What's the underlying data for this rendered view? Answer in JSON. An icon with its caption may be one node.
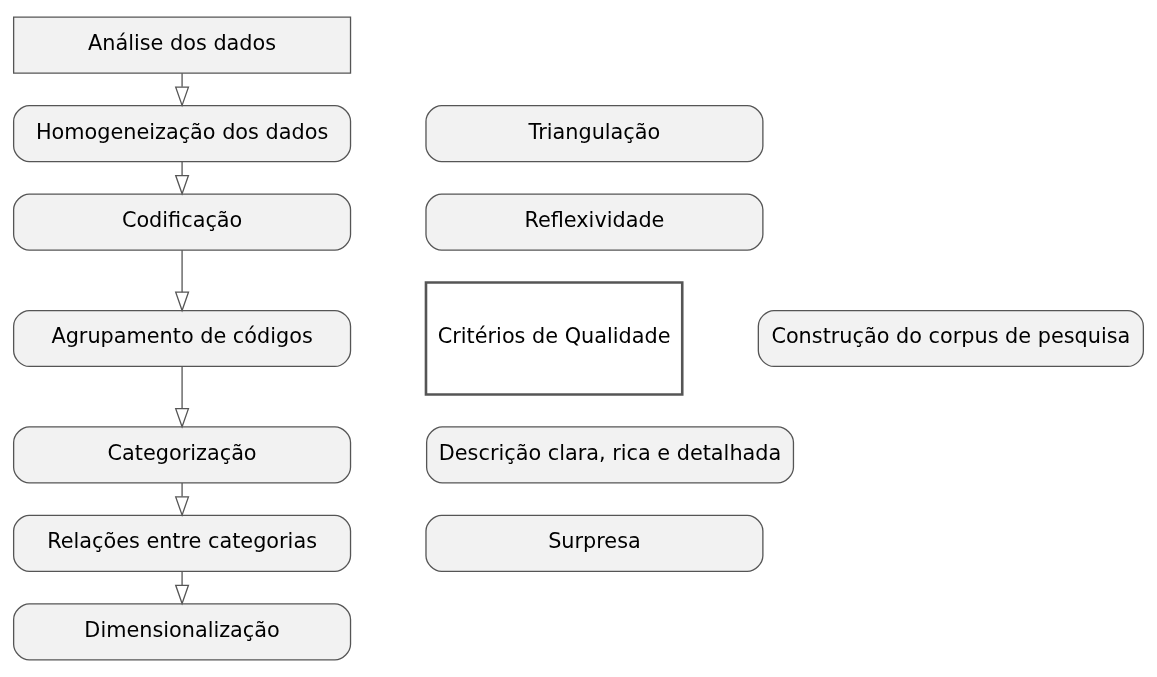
{
  "diagram": {
    "nodes": [
      {
        "text": [
          "Análise dos dados"
        ]
      },
      {
        "text": [
          "Homogeneização dos dados"
        ]
      },
      {
        "text": [
          "Codificação"
        ]
      },
      {
        "text": [
          "Agrupamento de códigos"
        ]
      },
      {
        "text": [
          "Categorização"
        ]
      },
      {
        "text": [
          "Relações entre categorias"
        ]
      },
      {
        "text": [
          "Dimensionalização"
        ]
      },
      {
        "text": [
          "Critérios de Qualidade"
        ]
      },
      {
        "text": [
          "Triangulação"
        ]
      },
      {
        "text": [
          "Reflexividade"
        ]
      },
      {
        "text": [
          "Construção do corpus de pesquisa"
        ]
      },
      {
        "text": [
          "Descrição clara, rica e detalhada"
        ]
      },
      {
        "text": [
          "Surpresa"
        ]
      }
    ],
    "edges": [
      {
        "from": 0,
        "to": 1,
        "arrow": "to"
      },
      {
        "from": 1,
        "to": 2,
        "arrow": "to"
      },
      {
        "from": 2,
        "to": 3,
        "arrow": "to"
      },
      {
        "from": 3,
        "to": 4,
        "arrow": "to"
      },
      {
        "from": 4,
        "to": 5,
        "arrow": "to"
      },
      {
        "from": 5,
        "to": 6,
        "arrow": "to"
      }
    ]
  }
}
